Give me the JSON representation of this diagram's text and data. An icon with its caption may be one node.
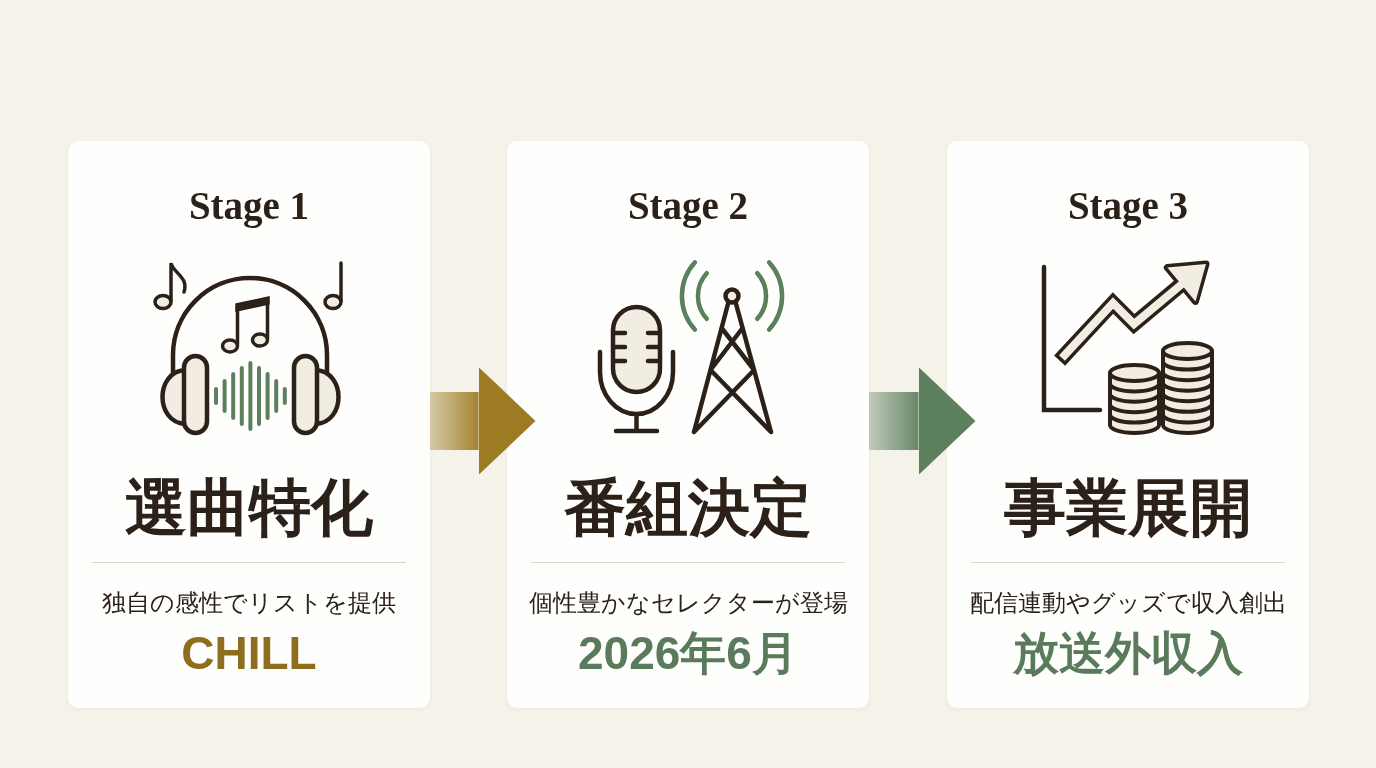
{
  "diagram": {
    "nodes": [
      {
        "text": [
          "Stage 1",
          "選曲特化",
          "独自の感性でリストを提供",
          "CHILL"
        ]
      },
      {
        "text": [
          "Stage 2",
          "番組決定",
          "個性豊かなセレクターが登場",
          "2026年6月"
        ]
      },
      {
        "text": [
          "Stage 3",
          "事業展開",
          "配信連動やグッズで収入創出",
          "放送外収入"
        ]
      }
    ],
    "edges": [
      {
        "from": 0,
        "to": 1,
        "arrow": "to",
        "style": "thick",
        "color": "#9c7b22"
      },
      {
        "from": 1,
        "to": 2,
        "arrow": "to",
        "style": "thick",
        "color": "#5c7f5e"
      }
    ]
  }
}
